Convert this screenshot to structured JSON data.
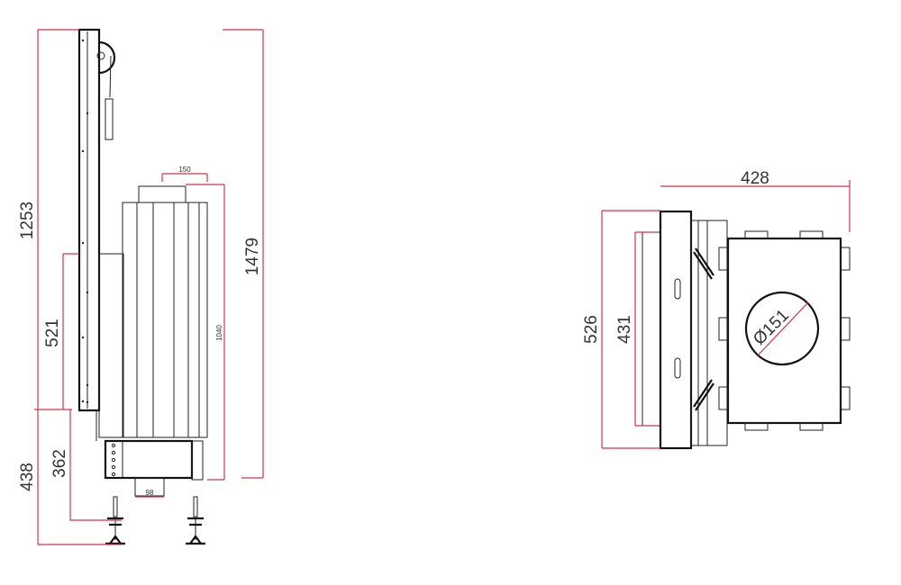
{
  "side_view": {
    "dimensions": {
      "total_height_column": "1253",
      "total_height": "1479",
      "top_outlet_width": "150",
      "body_height": "1040",
      "column_lower": "521",
      "foot_to_column": "362",
      "floor_to_column": "438",
      "bottom_outlet_width": "98"
    }
  },
  "top_view": {
    "dimensions": {
      "width": "428",
      "depth_outer": "526",
      "depth_inner": "431",
      "flue_diameter": "Ø151"
    }
  },
  "colors": {
    "dimension": "#d8324a",
    "outline": "#222222"
  }
}
